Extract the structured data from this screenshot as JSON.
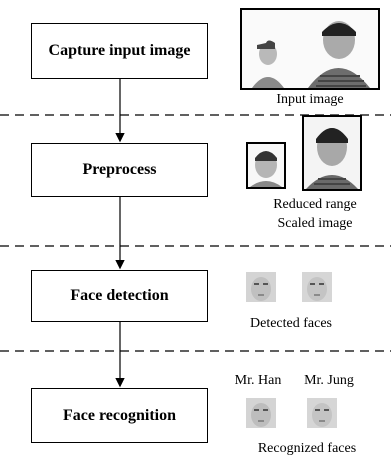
{
  "steps": [
    {
      "label": "Capture input image"
    },
    {
      "label": "Preprocess"
    },
    {
      "label": "Face detection"
    },
    {
      "label": "Face recognition"
    }
  ],
  "captions": {
    "input": "Input image",
    "preprocess_line1": "Reduced range",
    "preprocess_line2": "Scaled image",
    "detected": "Detected faces",
    "recognized": "Recognized faces"
  },
  "names": {
    "person1": "Mr. Han",
    "person2": "Mr. Jung"
  }
}
